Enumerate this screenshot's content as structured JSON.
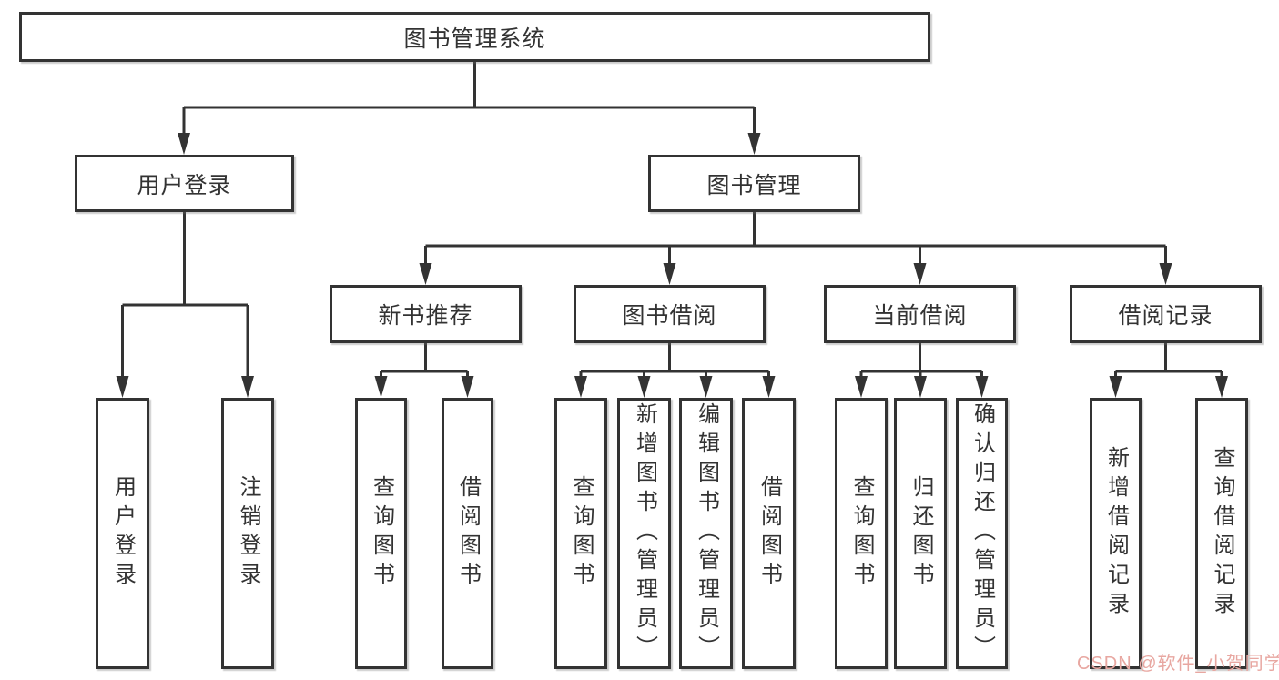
{
  "tree": {
    "root": {
      "label": "图书管理系统"
    },
    "level2": [
      {
        "label": "用户登录",
        "leaves": [
          {
            "label": "用户登录"
          },
          {
            "label": "注销登录"
          }
        ]
      },
      {
        "label": "图书管理",
        "groups": [
          {
            "label": "新书推荐",
            "leaves": [
              {
                "label": "查询图书"
              },
              {
                "label": "借阅图书"
              }
            ]
          },
          {
            "label": "图书借阅",
            "leaves": [
              {
                "label": "查询图书"
              },
              {
                "label": "新增图书（管理员）"
              },
              {
                "label": "编辑图书（管理员）"
              },
              {
                "label": "借阅图书"
              }
            ]
          },
          {
            "label": "当前借阅",
            "leaves": [
              {
                "label": "查询图书"
              },
              {
                "label": "归还图书"
              },
              {
                "label": "确认归还（管理员）"
              }
            ]
          },
          {
            "label": "借阅记录",
            "leaves": [
              {
                "label": "新增借阅记录"
              },
              {
                "label": "查询借阅记录"
              }
            ]
          }
        ]
      }
    ]
  },
  "colors": {
    "line": "#333333",
    "box_border": "#333333",
    "text": "#333333",
    "background": "#ffffff",
    "watermark": "#e8a7a1"
  },
  "watermark": {
    "text": "CSDN @软件_小贺同学",
    "color": "#e8a7a1"
  }
}
